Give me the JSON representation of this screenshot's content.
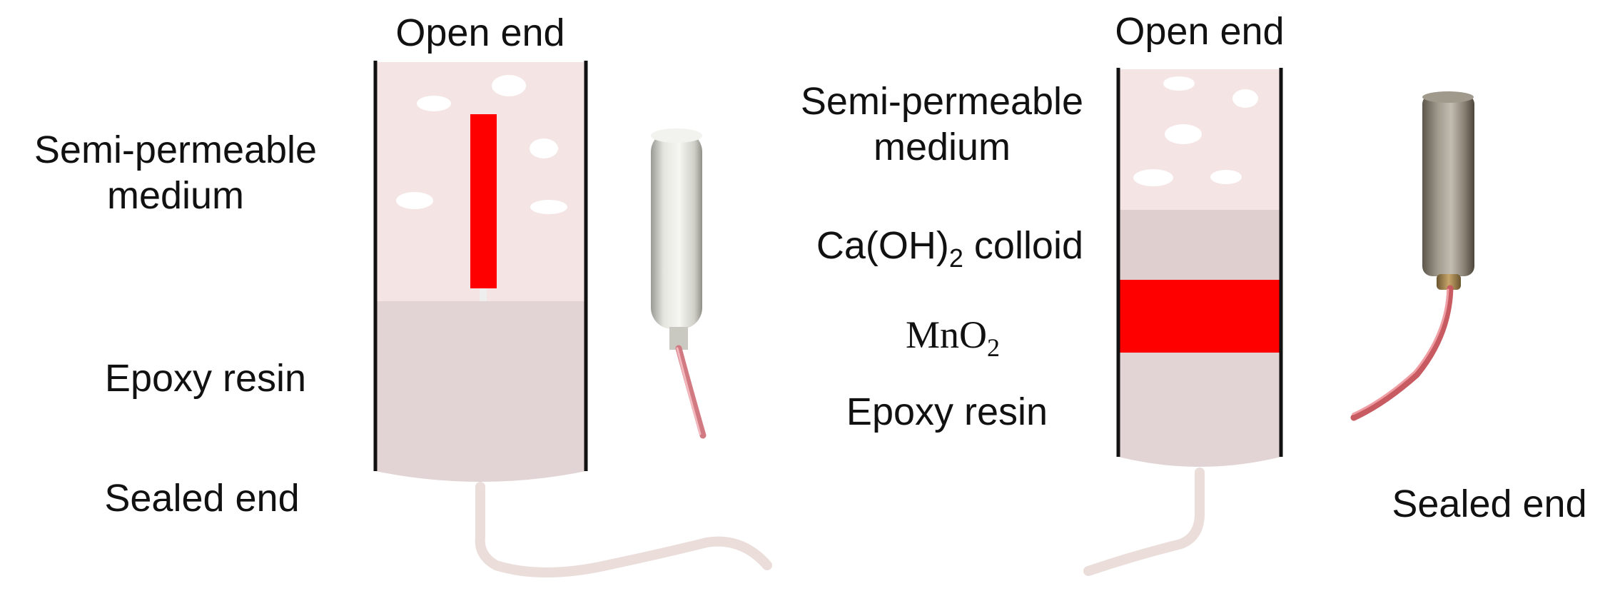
{
  "left_electrode": {
    "open_end_label": "Open end",
    "medium_label_line1": "Semi-permeable",
    "medium_label_line2": "medium",
    "resin_label": "Epoxy resin",
    "sealed_end_label": "Sealed end"
  },
  "right_electrode": {
    "open_end_label": "Open end",
    "medium_label_line1": "Semi-permeable",
    "medium_label_line2": "medium",
    "colloid_label_main": "Ca(OH)",
    "colloid_label_sub": "2",
    "colloid_label_tail": " colloid",
    "oxide_label_main": "MnO",
    "oxide_label_sub": "2",
    "resin_label": "Epoxy resin",
    "sealed_end_label": "Sealed end"
  },
  "colors": {
    "medium_fill": "#f5e4e4",
    "resin_fill": "#e2d4d4",
    "colloid_fill": "#e0cfcf",
    "active_red": "#ff0000",
    "wall": "#111111",
    "cable": "#eaddda",
    "pore": "#ffffff"
  }
}
